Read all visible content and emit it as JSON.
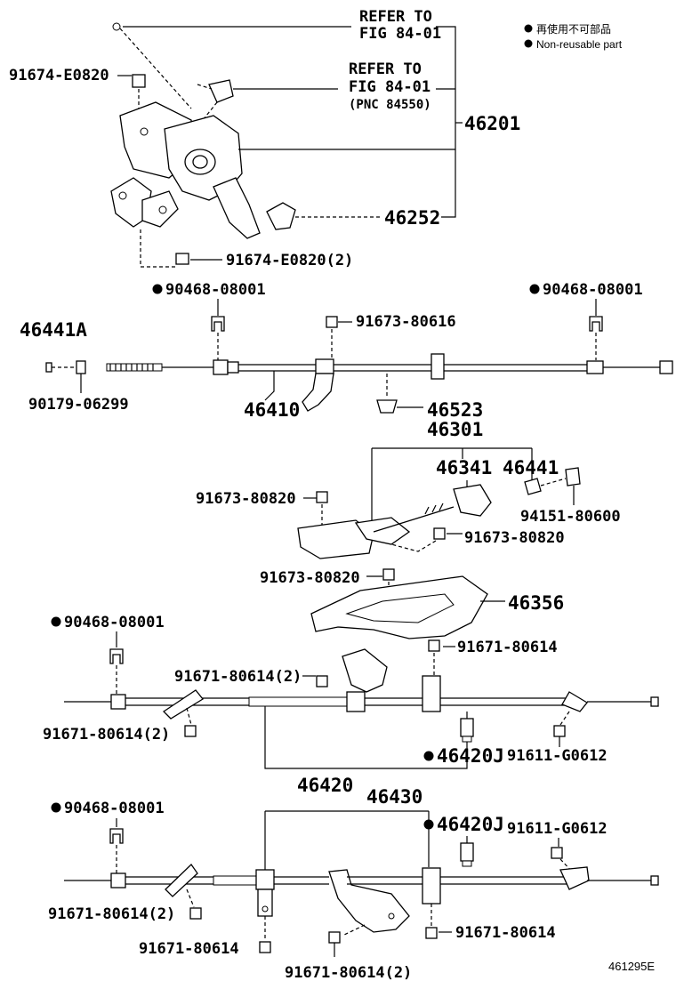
{
  "legend": {
    "cn": "再使用不可部品",
    "en": "Non-reusable part"
  },
  "pedal_section": {
    "refer_1": [
      "REFER TO",
      "FIG 84-01"
    ],
    "refer_2": [
      "REFER TO",
      "FIG 84-01",
      "(PNC 84550)"
    ],
    "bolt_top": "91674-E0820",
    "bolt_bottom": "91674-E0820(2)",
    "assembly": "46201",
    "pad": "46252"
  },
  "front_cable": {
    "clip_left": "90468-08001",
    "clip_right": "90468-08001",
    "bolt": "91673-80616",
    "end": "46441A",
    "nut": "90179-06299",
    "cable": "46410",
    "grommet": "46523"
  },
  "equalizer": {
    "group": "46301",
    "part_a": "46341",
    "part_b": "46441",
    "bushing": "94151-80600",
    "bolt_1": "91673-80820",
    "bolt_2": "91673-80820",
    "bolt_3": "91673-80820",
    "bracket": "46356"
  },
  "rear_cable_1": {
    "clip": "90468-08001",
    "bolt_top": "91671-80614",
    "bolt_pair_top": "91671-80614(2)",
    "bolt_pair_left": "91671-80614(2)",
    "sensor": "46420J",
    "bolt_right": "91611-G0612",
    "cable": "46420"
  },
  "rear_cable_2": {
    "clip": "90468-08001",
    "cable": "46430",
    "sensor": "46420J",
    "bolt_right": "91611-G0612",
    "bolt_pair_left": "91671-80614(2)",
    "bolt_mid": "91671-80614",
    "bolt_right_low": "91671-80614",
    "bolt_pair_bottom": "91671-80614(2)"
  },
  "figure_code": "461295E"
}
